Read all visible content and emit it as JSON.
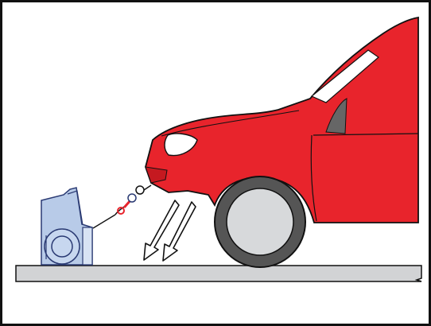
{
  "scene": {
    "elements": [
      "frame",
      "ground",
      "winch",
      "cable",
      "hook",
      "tow-eye",
      "car",
      "wheel",
      "force-arrows"
    ]
  },
  "colors": {
    "car_red": "#e8242c",
    "car_shadow": "#c51920",
    "winch_blue": "#b8cbe8",
    "winch_stroke": "#2a3a73",
    "ground": "#d2d3d5",
    "tire": "#555555",
    "rim": "#d7d9db",
    "outline": "#111111"
  },
  "icons": {
    "winch": "winch-icon",
    "hook": "hook-icon",
    "arrows": "force-arrow-icon"
  }
}
